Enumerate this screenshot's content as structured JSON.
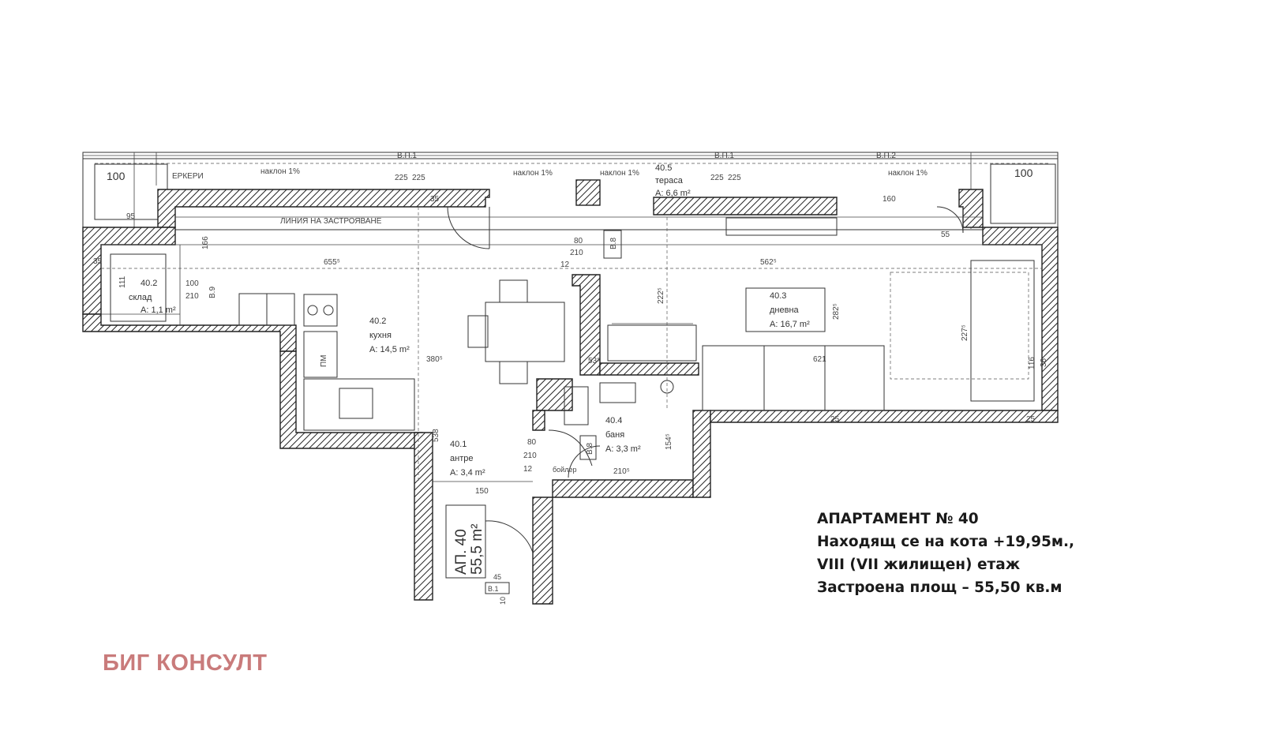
{
  "info": {
    "line1": "АПАРТАМЕНТ № 40",
    "line2": "Находящ се на кота +19,95м.,",
    "line3": "VIII (VII жилищен) етаж",
    "line4": "Застроена площ – 55,50 кв.м"
  },
  "company": "БИГ КОНСУЛТ",
  "plan": {
    "labels": {
      "erker": "ЕРКЕРИ",
      "building_line": "ЛИНИЯ НА ЗАСТРОЯВАНЕ",
      "bp1": "В.П.1",
      "bp2": "В.П.2",
      "slope": "наклон 1%",
      "apt_no": "АП. 40",
      "apt_area": "55,5 m²",
      "pm": "ПМ",
      "boiler": "бойлер"
    },
    "rooms": {
      "storage": {
        "no": "40.2",
        "name": "склад",
        "area": "A: 1,1 m²"
      },
      "kitchen": {
        "no": "40.2",
        "name": "кухня",
        "area": "A: 14,5 m²"
      },
      "living": {
        "no": "40.3",
        "name": "дневна",
        "area": "A: 16,7 m²"
      },
      "terrace": {
        "no": "40.5",
        "name": "тераса",
        "area": "A: 6,6 m²"
      },
      "bath": {
        "no": "40.4",
        "name": "баня",
        "area": "A: 3,3 m²"
      },
      "hall": {
        "no": "40.1",
        "name": "антре",
        "area": "A: 3,4 m²"
      }
    },
    "windows": {
      "w1": "В.9",
      "w2": "В.8",
      "w3": "В.8",
      "d1": "В.1"
    },
    "dims": {
      "d100a": "100",
      "d100b": "100",
      "d95": "95",
      "d225a": "225",
      "d225b": "225",
      "d225c": "225",
      "d225d": "225",
      "d35a": "35",
      "d160": "160",
      "d166": "166",
      "d655": "655⁵",
      "d562": "562⁵",
      "d80a": "80",
      "d210a": "210",
      "d12a": "12",
      "d111": "111",
      "d100c": "100",
      "d210b": "210",
      "d222": "222⁵",
      "d282": "282⁵",
      "d227": "227⁵",
      "d380": "380⁵",
      "d53": "53⁵",
      "d621": "621",
      "d538": "538",
      "d154": "154⁵",
      "d80b": "80",
      "d210c": "210",
      "d12b": "12",
      "d210d": "210⁵",
      "d150": "150",
      "d45": "45",
      "d10": "10",
      "d35b": "35",
      "d25a": "25",
      "d25b": "25",
      "d55": "55",
      "d36": "36",
      "d116": "116"
    }
  }
}
